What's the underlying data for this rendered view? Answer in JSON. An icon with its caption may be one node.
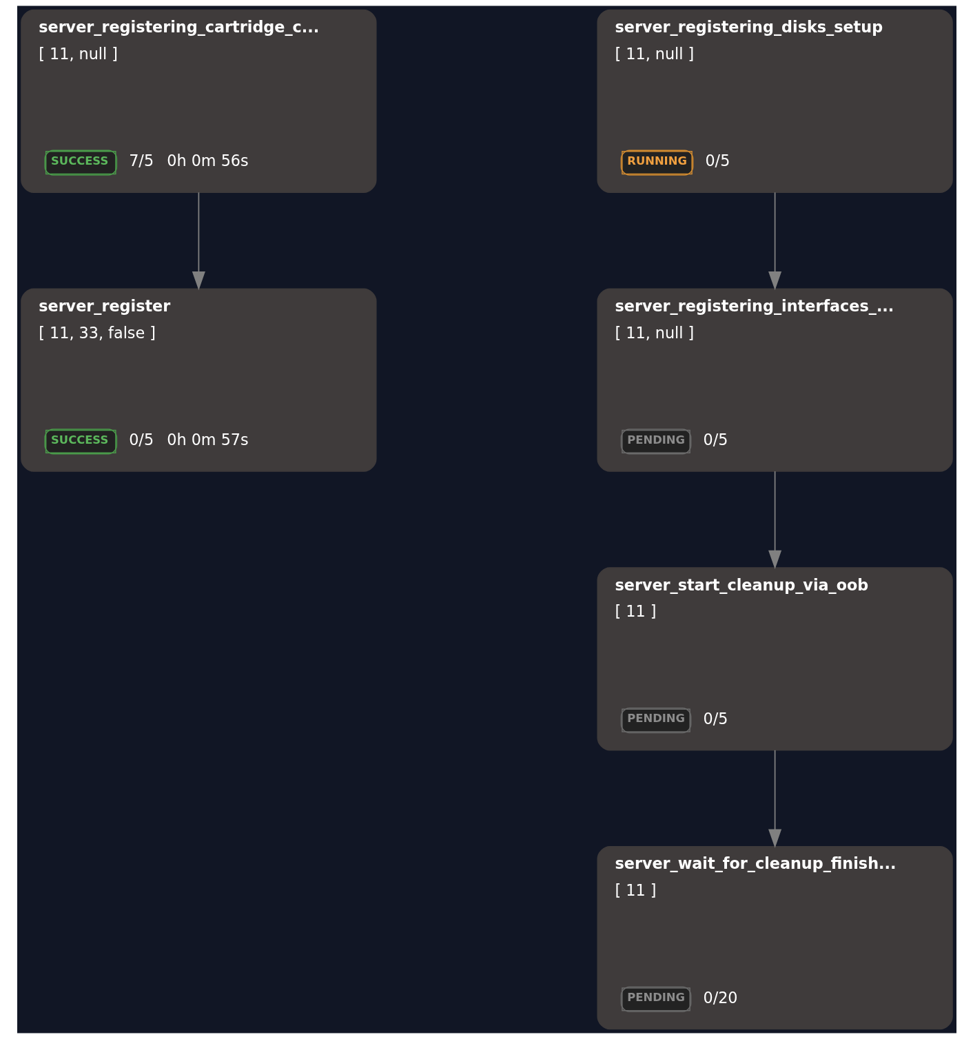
{
  "diagram": {
    "nodes": [
      {
        "text": [
          "server_registering_cartridge_c...",
          "[ 11, null ]",
          "SUCCESS",
          "7/5",
          "0h 0m 56s"
        ]
      },
      {
        "text": [
          "server_register",
          "[ 11, 33, false ]",
          "SUCCESS",
          "0/5",
          "0h 0m 57s"
        ]
      },
      {
        "text": [
          "server_registering_disks_setup",
          "[ 11, null ]",
          "RUNNING",
          "0/5"
        ]
      },
      {
        "text": [
          "server_registering_interfaces_...",
          "[ 11, null ]",
          "PENDING",
          "0/5"
        ]
      },
      {
        "text": [
          "server_start_cleanup_via_oob",
          "[ 11 ]",
          "PENDING",
          "0/5"
        ]
      },
      {
        "text": [
          "server_wait_for_cleanup_finish...",
          "[ 11 ]",
          "PENDING",
          "0/20"
        ]
      }
    ],
    "edges": [
      {
        "from": 0,
        "to": 1,
        "arrow": "to"
      },
      {
        "from": 2,
        "to": 3,
        "arrow": "to"
      },
      {
        "from": 3,
        "to": 4,
        "arrow": "to"
      },
      {
        "from": 4,
        "to": 5,
        "arrow": "to"
      }
    ]
  }
}
